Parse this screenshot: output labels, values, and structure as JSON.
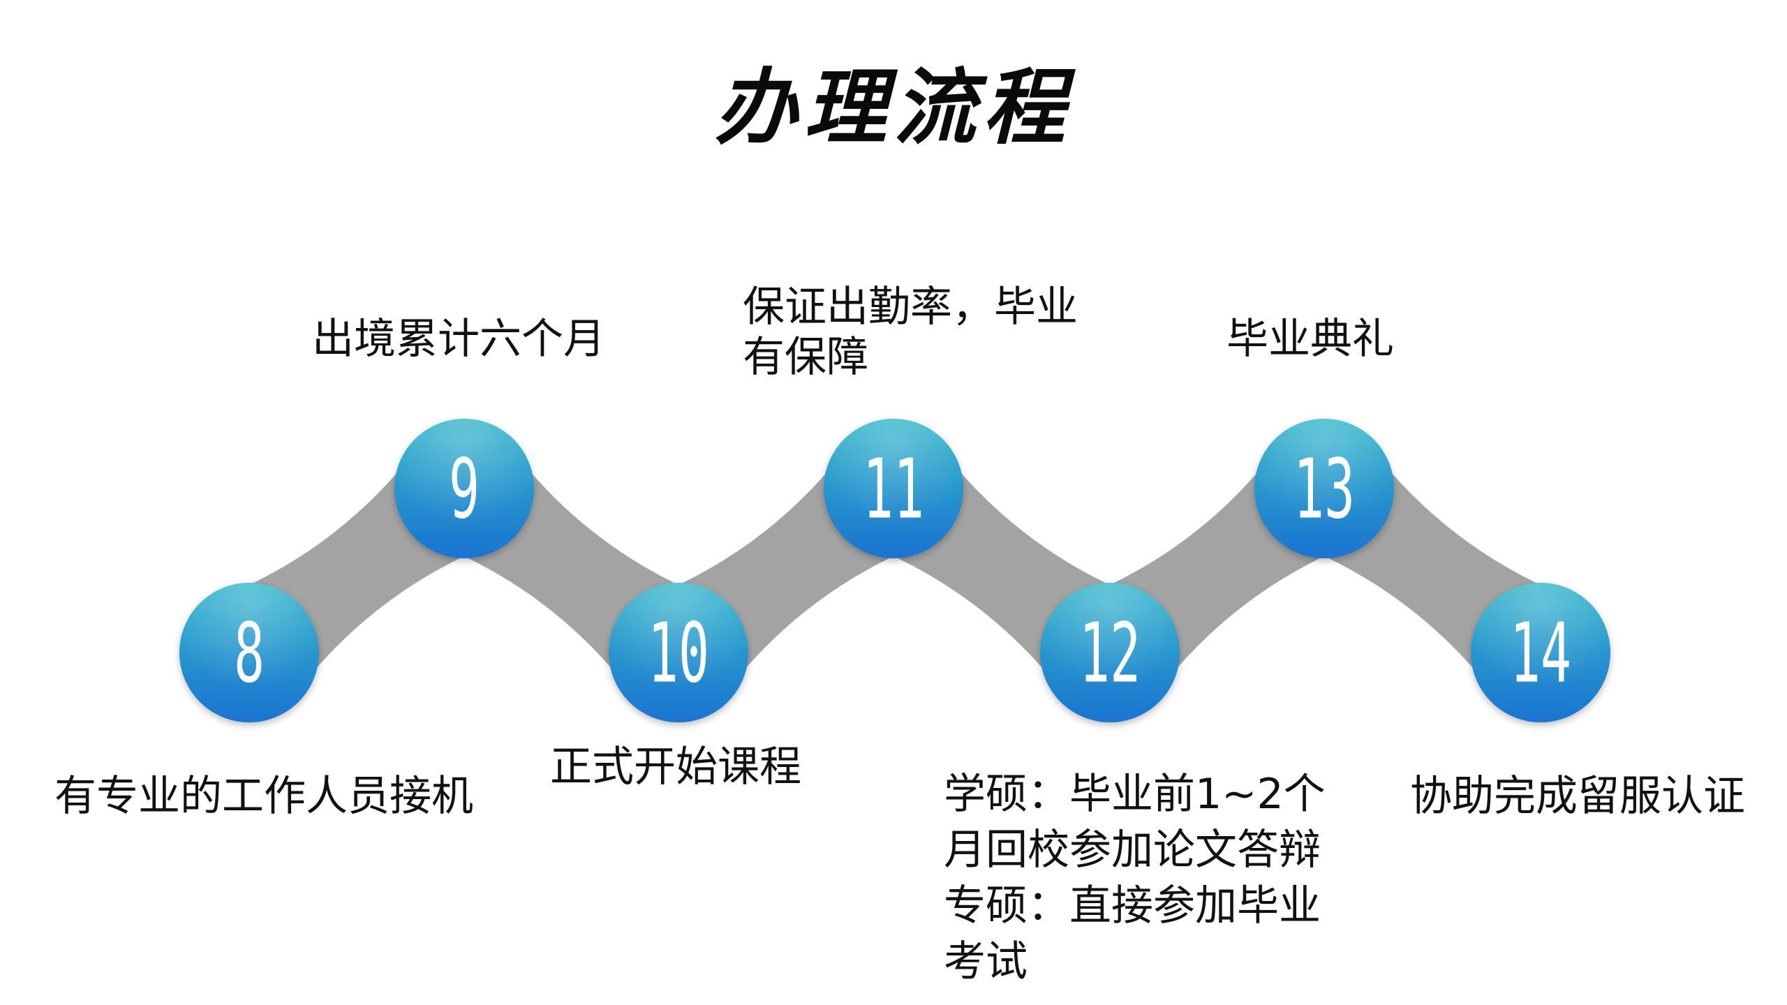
{
  "title": "办理流程",
  "colors": {
    "node_top": "#35b8cc",
    "node_bottom": "#1a73d0",
    "connector": "#a3a3a3",
    "node_text": "#ffffff",
    "label_text": "#111111"
  },
  "steps": [
    {
      "number": "8",
      "label": "有专业的工作人员接机"
    },
    {
      "number": "9",
      "label": "出境累计六个月"
    },
    {
      "number": "10",
      "label": "正式开始课程"
    },
    {
      "number": "11",
      "label": "保证出勤率，毕业\n有保障"
    },
    {
      "number": "12",
      "label": "学硕：毕业前1~2个\n月回校参加论文答辩\n专硕：直接参加毕业\n考试"
    },
    {
      "number": "13",
      "label": "毕业典礼"
    },
    {
      "number": "14",
      "label": "协助完成留服认证"
    }
  ]
}
